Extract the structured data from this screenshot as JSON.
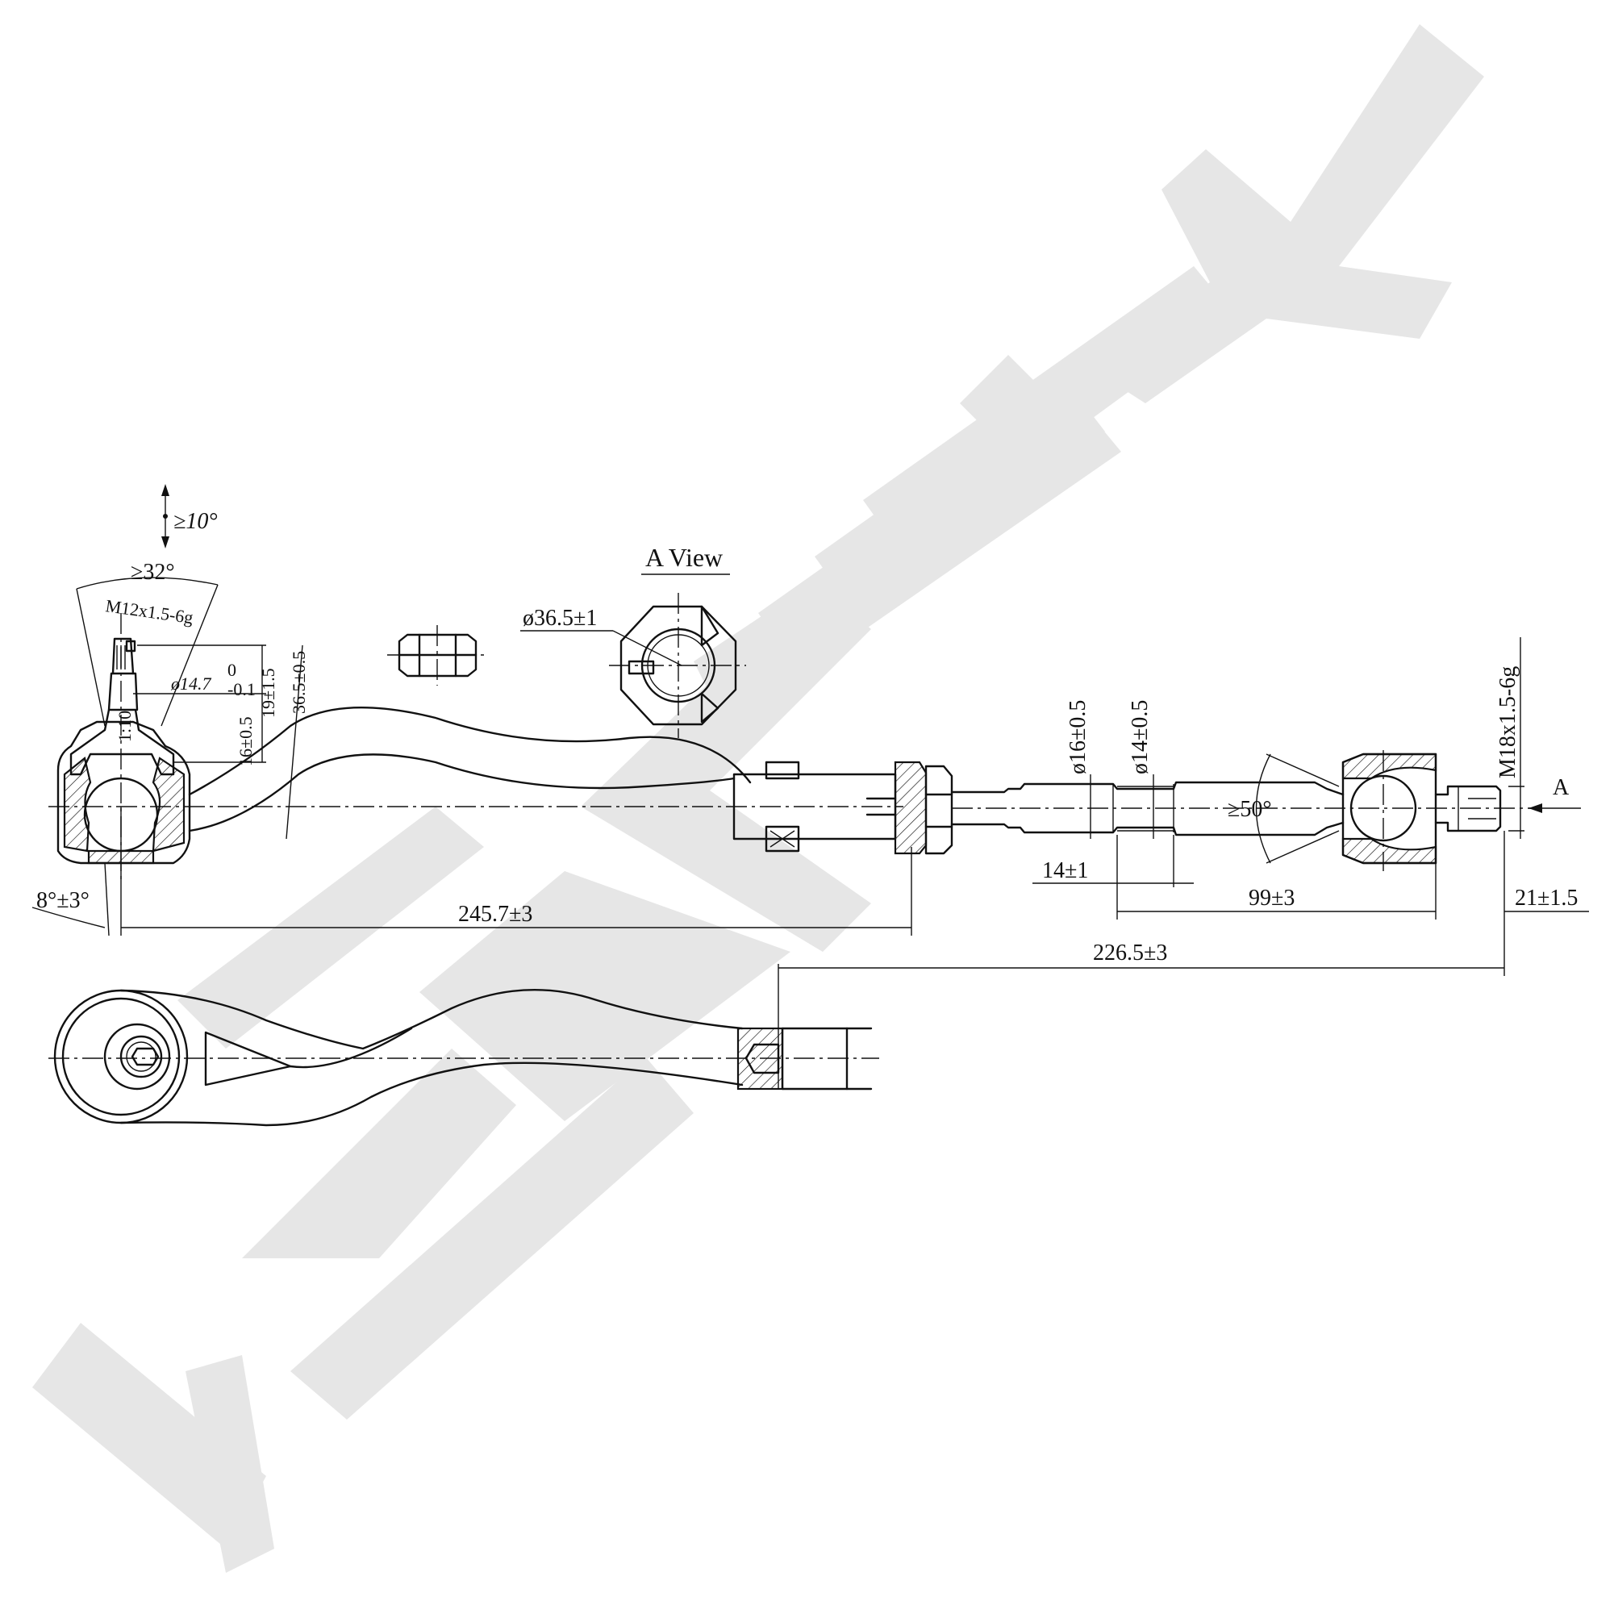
{
  "watermark": {
    "text": "ZENNEK",
    "color": "#e6e6e6"
  },
  "view_title": "A View",
  "view_marker": "A",
  "dimensions": {
    "tilt_angle": "≥10°",
    "swing_angle": "≥32°",
    "stud_thread": "M12x1.5-6g",
    "stud_diameter": "ø14.7",
    "stud_tol_upper": "0",
    "stud_tol_lower": "-0.1",
    "taper": "1:10",
    "height_19": "19±1.5",
    "height_36": "36.5±0.5",
    "height_16": "16±0.5",
    "angle_8": "8°±3°",
    "length_outer": "245.7±3",
    "nut_diameter": "ø36.5±1",
    "rod_dia_16": "ø16±0.5",
    "rod_dia_14": "ø14±0.5",
    "rack_thread": "M18x1.5-6g",
    "inner_angle": "≥50°",
    "len_14": "14±1",
    "len_99": "99±3",
    "len_21": "21±1.5",
    "len_226": "226.5±3"
  }
}
